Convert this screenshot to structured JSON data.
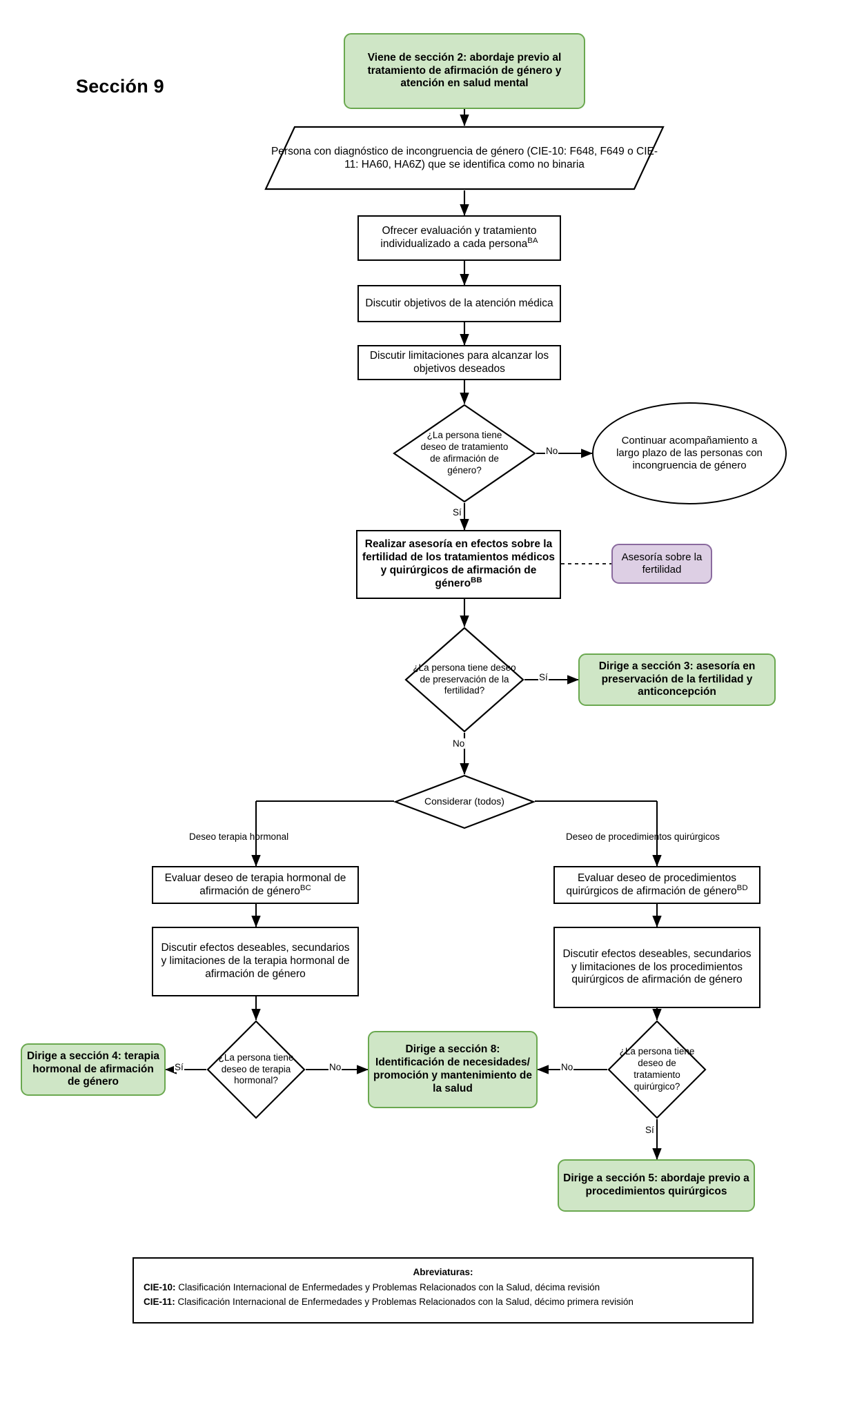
{
  "title": "Sección 9",
  "colors": {
    "green_fill": "#cfe6c6",
    "green_stroke": "#6aa84f",
    "purple_fill": "#ddcfe4",
    "purple_stroke": "#8a6a9e",
    "line": "#000000",
    "background": "#ffffff"
  },
  "nodes": {
    "from_section_2": {
      "shape": "rounded-rectangle",
      "text": "Viene de sección 2: abordaje previo al tratamiento de afirmación de género y atención en salud mental"
    },
    "diagnosis": {
      "shape": "parallelogram",
      "text": "Persona con diagnóstico de incongruencia de género (CIE-10: F648, F649 o CIE-11: HA60, HA6Z) que se identifica como no binaria"
    },
    "offer_evaluation": {
      "shape": "rectangle",
      "text": "Ofrecer evaluación y tratamiento individualizado a cada persona",
      "superscript": "BA"
    },
    "discuss_goals": {
      "shape": "rectangle",
      "text": "Discutir objetivos de la atención médica"
    },
    "discuss_limits": {
      "shape": "rectangle",
      "text": "Discutir limitaciones para alcanzar los objetivos deseados"
    },
    "decision_treatment_desire": {
      "shape": "diamond",
      "text": "¿La persona tiene deseo de tratamiento de afirmación de género?"
    },
    "continue_followup": {
      "shape": "ellipse",
      "text": "Continuar acompañamiento a largo plazo de las personas con incongruencia de género"
    },
    "fertility_counseling": {
      "shape": "rectangle",
      "text": "Realizar asesoría en efectos sobre la fertilidad de los tratamientos médicos y quirúrgicos de afirmación de género",
      "superscript": "BB"
    },
    "fertility_note": {
      "shape": "rounded-rectangle-note",
      "text": "Asesoría sobre la fertilidad"
    },
    "decision_fertility_preservation": {
      "shape": "diamond",
      "text": "¿La persona tiene deseo de preservación de la fertilidad?"
    },
    "to_section_3": {
      "shape": "rounded-rectangle",
      "text": "Dirige a sección 3: asesoría en preservación de la fertilidad y anticoncepción"
    },
    "consider_all": {
      "shape": "diamond",
      "text": "Considerar (todos)"
    },
    "evaluate_hormonal": {
      "shape": "rectangle",
      "text": "Evaluar deseo de terapia hormonal de afirmación de género",
      "superscript": "BC"
    },
    "discuss_hormonal_effects": {
      "shape": "rectangle",
      "text": "Discutir efectos deseables, secundarios y limitaciones de la terapia hormonal de afirmación de género"
    },
    "decision_hormonal_desire": {
      "shape": "diamond",
      "text": "¿La persona tiene deseo de terapia hormonal?"
    },
    "to_section_4": {
      "shape": "rounded-rectangle",
      "text": "Dirige a sección 4: terapia hormonal de afirmación de género"
    },
    "to_section_8": {
      "shape": "rounded-rectangle",
      "text": "Dirige a sección 8: Identificación de necesidades/ promoción y mantenimiento de la salud"
    },
    "evaluate_surgical": {
      "shape": "rectangle",
      "text": "Evaluar deseo de procedimientos quirúrgicos de afirmación de género",
      "superscript": "BD"
    },
    "discuss_surgical_effects": {
      "shape": "rectangle",
      "text": "Discutir efectos deseables, secundarios y limitaciones de los procedimientos quirúrgicos de afirmación de género"
    },
    "decision_surgical_desire": {
      "shape": "diamond",
      "text": "¿La persona tiene deseo de tratamiento quirúrgico?"
    },
    "to_section_5": {
      "shape": "rounded-rectangle",
      "text": "Dirige a sección 5: abordaje previo a procedimientos quirúrgicos"
    }
  },
  "edge_labels": {
    "treatment_no": "No",
    "treatment_yes": "Sí",
    "fertility_yes": "Sí",
    "fertility_no": "No",
    "branch_hormonal": "Deseo terapia hormonal",
    "branch_surgical": "Deseo de procedimientos quirúrgicos",
    "hormonal_yes": "Sí",
    "hormonal_no": "No",
    "surgical_no": "No",
    "surgical_yes": "Sí"
  },
  "abbreviations": {
    "title": "Abreviaturas:",
    "items": [
      {
        "key": "CIE-10:",
        "value": " Clasificación Internacional de Enfermedades y Problemas Relacionados con la Salud, décima revisión"
      },
      {
        "key": "CIE-11:",
        "value": " Clasificación Internacional de Enfermedades y Problemas Relacionados con la Salud, décimo primera revisión"
      }
    ]
  }
}
